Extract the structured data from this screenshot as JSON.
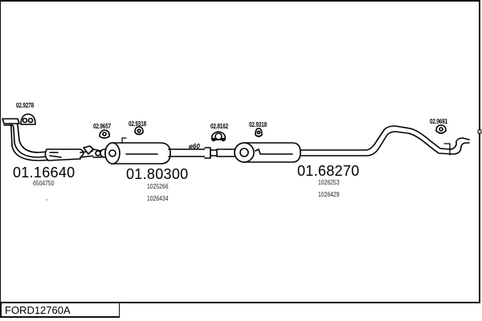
{
  "title_box": {
    "code": "FORD12760A"
  },
  "parts": [
    {
      "number": "01.16640",
      "refs": [
        "6504750"
      ]
    },
    {
      "number": "01.80300",
      "refs": [
        "1025266",
        "1026434"
      ]
    },
    {
      "number": "01.68270",
      "refs": [
        "1026253",
        "1026429"
      ]
    }
  ],
  "clamps": [
    {
      "code": "02.9278"
    },
    {
      "code": "02.9657"
    },
    {
      "code": "02.9318"
    },
    {
      "code": "02.8162"
    },
    {
      "code": "02.9318"
    },
    {
      "code": "02.9681"
    }
  ],
  "annotations": {
    "pipe_diameter": "ø60"
  },
  "colors": {
    "line": "#000000",
    "background": "#ffffff"
  }
}
